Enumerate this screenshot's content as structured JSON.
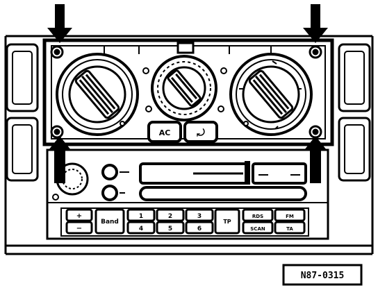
{
  "figure": {
    "code": "N87-0315"
  },
  "climate_panel": {
    "buttons": [
      {
        "id": "ac",
        "label": "AC"
      },
      {
        "id": "recirc",
        "label": "⤾"
      }
    ],
    "knobs": [
      "temperature",
      "fan-speed",
      "air-distribution"
    ]
  },
  "radio_panel": {
    "buttons": [
      {
        "id": "seek-up",
        "label": "+"
      },
      {
        "id": "seek-down",
        "label": "−"
      },
      {
        "id": "band",
        "label": "Band"
      },
      {
        "id": "p1",
        "label": "1"
      },
      {
        "id": "p2",
        "label": "2"
      },
      {
        "id": "p3",
        "label": "3"
      },
      {
        "id": "p4",
        "label": "4"
      },
      {
        "id": "p5",
        "label": "5"
      },
      {
        "id": "p6",
        "label": "6"
      },
      {
        "id": "tp",
        "label": "TP"
      },
      {
        "id": "rds",
        "label": "RDS"
      },
      {
        "id": "fm",
        "label": "FM"
      },
      {
        "id": "scan",
        "label": "SCAN"
      },
      {
        "id": "ta",
        "label": "TA"
      }
    ]
  },
  "arrows": [
    "top-left",
    "top-right",
    "bottom-left",
    "bottom-right"
  ]
}
